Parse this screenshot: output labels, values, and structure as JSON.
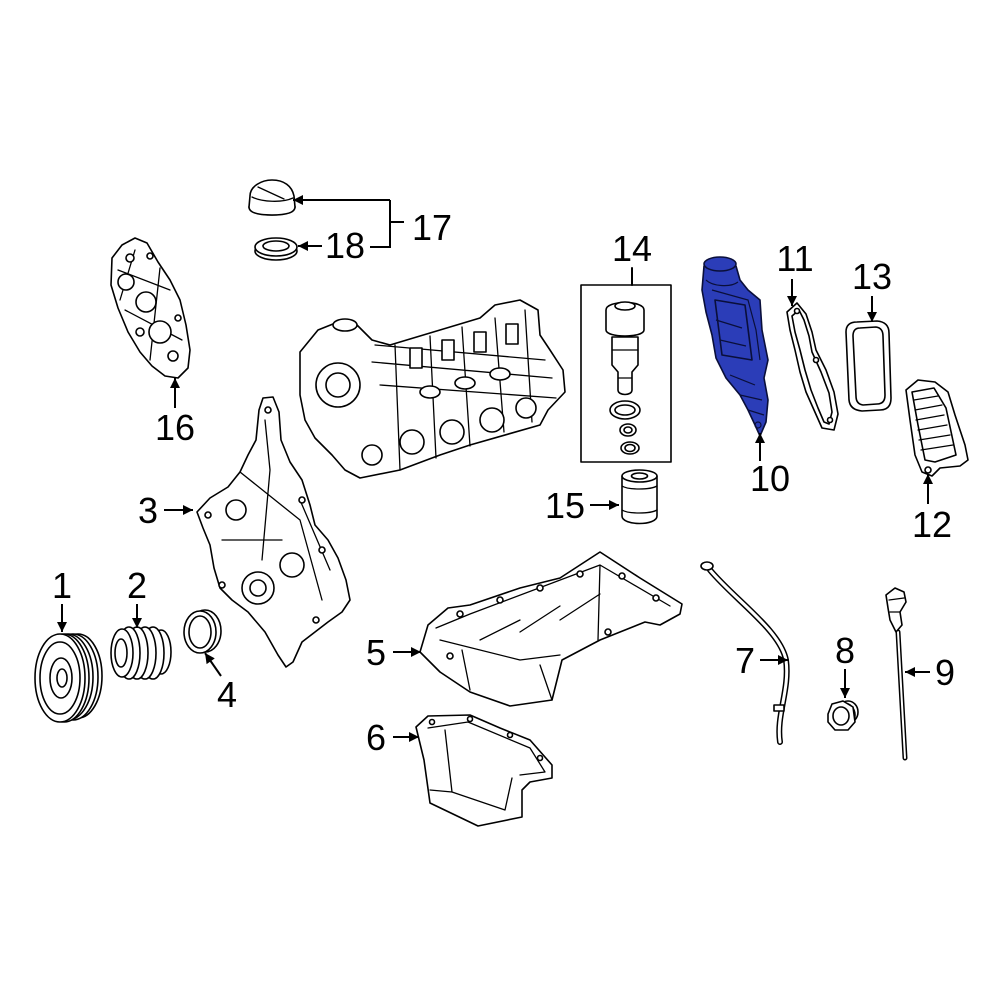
{
  "callouts": [
    "1",
    "2",
    "3",
    "4",
    "5",
    "6",
    "7",
    "8",
    "9",
    "10",
    "11",
    "12",
    "13",
    "14",
    "15",
    "16",
    "17",
    "18"
  ],
  "highlight_color": "#2b3db8",
  "line_color": "#000000"
}
